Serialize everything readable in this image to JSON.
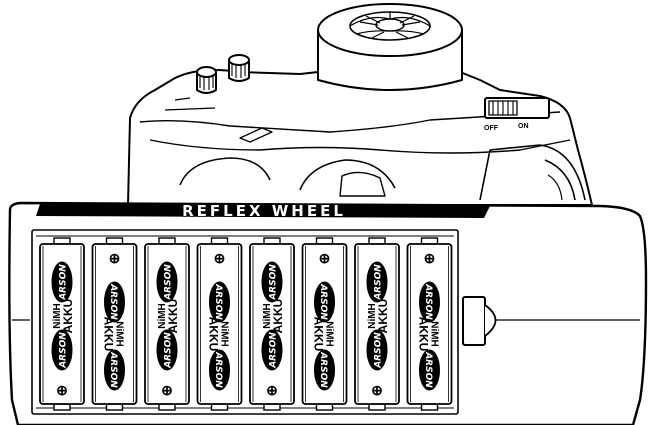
{
  "title": "REFLEX WHEEL",
  "switch_labels": {
    "off": "OFF",
    "on": "ON"
  },
  "battery": {
    "count": 8,
    "brand": "ARSON",
    "chem": "NiMH",
    "type": "AKKU",
    "plus": "⊕",
    "orientation": [
      "plus-bottom",
      "plus-top",
      "plus-bottom",
      "plus-top",
      "plus-bottom",
      "plus-top",
      "plus-bottom",
      "plus-top"
    ]
  },
  "colors": {
    "line": "#000000",
    "fill": "#ffffff"
  }
}
